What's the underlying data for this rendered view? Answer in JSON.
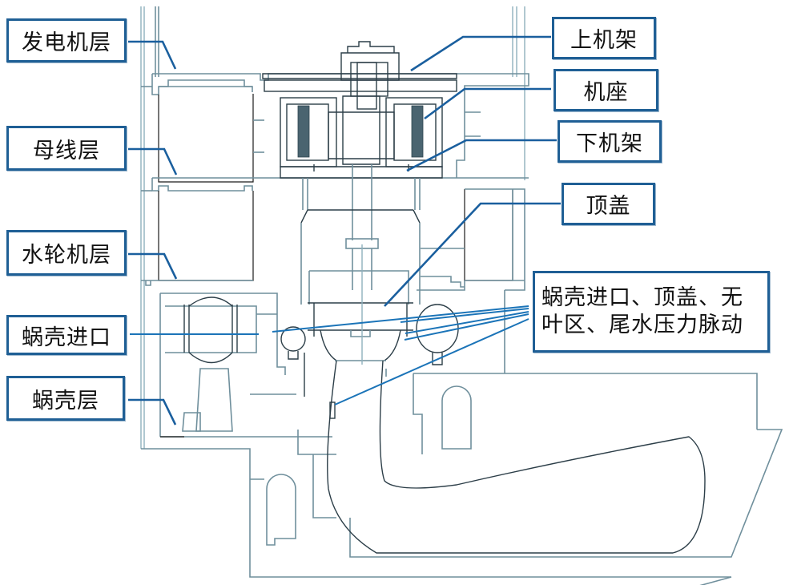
{
  "title": "水电站厂房剖面及测点布置示意",
  "colors": {
    "label_border": "#1f5f95",
    "leader_line": "#1a5f9e",
    "structure_line": "#6f8f9c",
    "background": "#ffffff"
  },
  "labels_left": [
    {
      "id": "generator-floor",
      "text": "发电机层"
    },
    {
      "id": "busbar-floor",
      "text": "母线层"
    },
    {
      "id": "turbine-floor",
      "text": "水轮机层"
    },
    {
      "id": "spiral-case-inlet",
      "text": "蜗壳进口"
    },
    {
      "id": "spiral-case-floor",
      "text": "蜗壳层"
    }
  ],
  "labels_right": [
    {
      "id": "upper-bracket",
      "text": "上机架"
    },
    {
      "id": "stator-base",
      "text": "机座"
    },
    {
      "id": "lower-bracket",
      "text": "下机架"
    },
    {
      "id": "head-cover",
      "text": "顶盖"
    }
  ],
  "pressure_label": {
    "id": "pressure-pulsation",
    "lines": [
      "蜗壳进口、顶盖、无",
      "叶区、尾水压力脉动"
    ]
  }
}
